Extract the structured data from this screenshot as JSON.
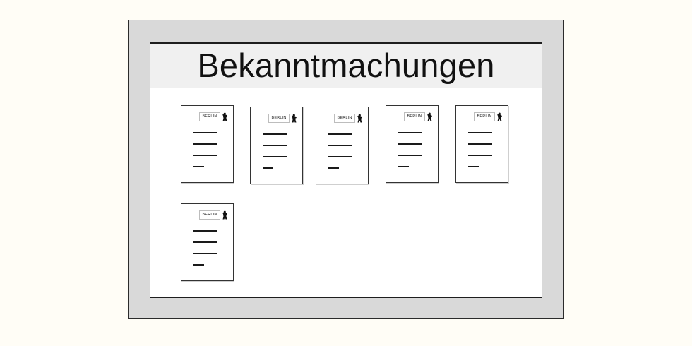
{
  "board": {
    "title": "Bekanntmachungen"
  },
  "documents": [
    {
      "logo_text": "BERLIN",
      "logo_icon": "berlin-bear-icon"
    },
    {
      "logo_text": "BERLIN",
      "logo_icon": "berlin-bear-icon"
    },
    {
      "logo_text": "BERLIN",
      "logo_icon": "berlin-bear-icon"
    },
    {
      "logo_text": "BERLIN",
      "logo_icon": "berlin-bear-icon"
    },
    {
      "logo_text": "BERLIN",
      "logo_icon": "berlin-bear-icon"
    },
    {
      "logo_text": "BERLIN",
      "logo_icon": "berlin-bear-icon"
    }
  ],
  "colors": {
    "background": "#fffdf6",
    "frame": "#d9d9d9",
    "header": "#f0f0f0",
    "board": "#ffffff",
    "outline": "#1e1e1e"
  }
}
